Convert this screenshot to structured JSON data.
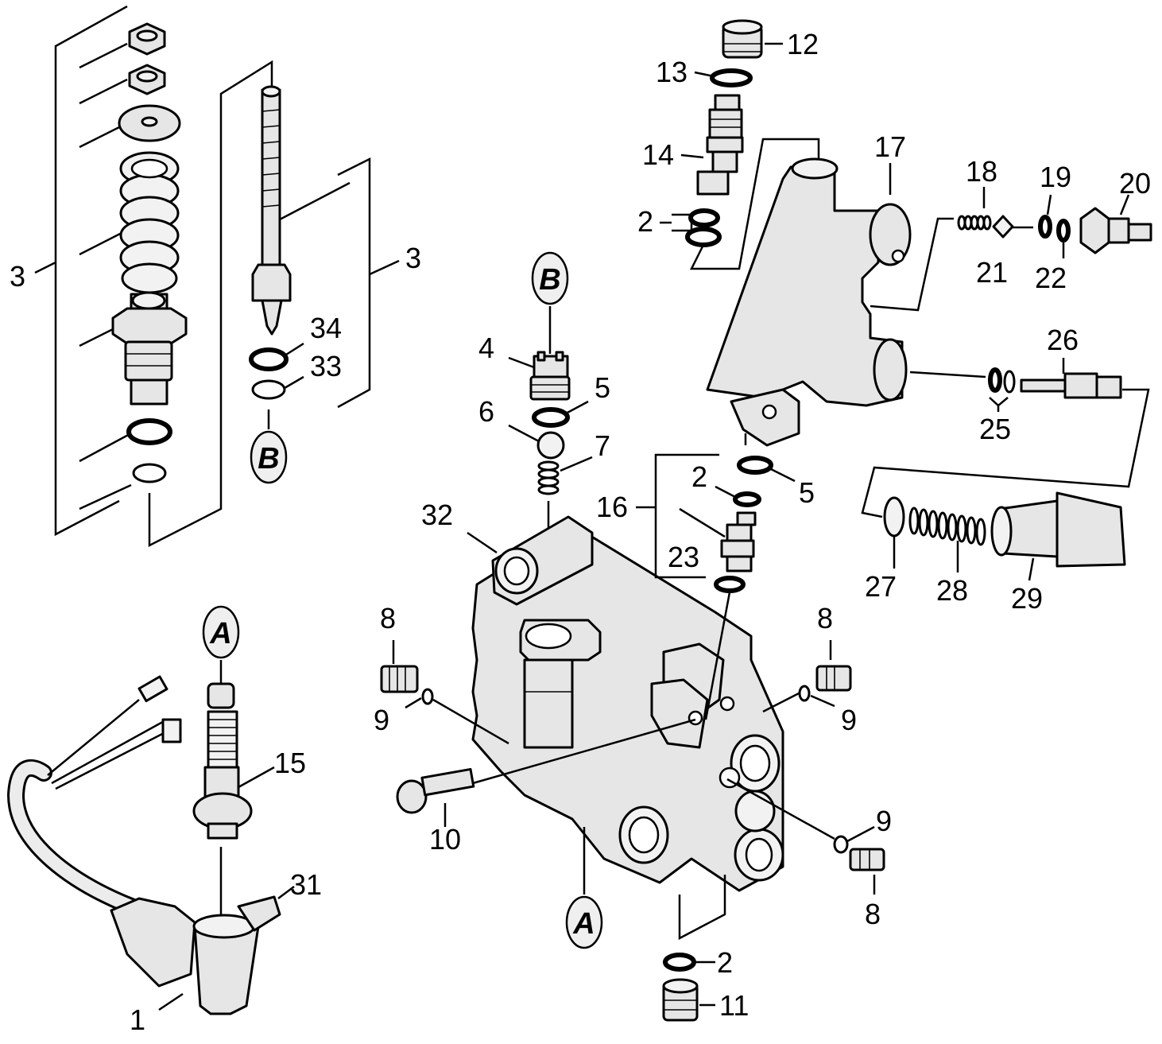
{
  "diagram": {
    "part_numbers": {
      "p1": "1",
      "p2a": "2",
      "p2b": "2",
      "p2c": "2",
      "p3a": "3",
      "p3b": "3",
      "p4": "4",
      "p5a": "5",
      "p5b": "5",
      "p6": "6",
      "p7": "7",
      "p8a": "8",
      "p8b": "8",
      "p8c": "8",
      "p9a": "9",
      "p9b": "9",
      "p9c": "9",
      "p10": "10",
      "p11": "11",
      "p12": "12",
      "p13": "13",
      "p14": "14",
      "p15": "15",
      "p16": "16",
      "p17": "17",
      "p18": "18",
      "p19": "19",
      "p20": "20",
      "p21": "21",
      "p22": "22",
      "p23": "23",
      "p25": "25",
      "p26": "26",
      "p27": "27",
      "p28": "28",
      "p29": "29",
      "p31": "31",
      "p32": "32",
      "p33": "33",
      "p34": "34"
    },
    "reference_markers": {
      "a_top": "A",
      "a_bottom": "A",
      "b_top": "B",
      "b_bottom": "B"
    }
  }
}
